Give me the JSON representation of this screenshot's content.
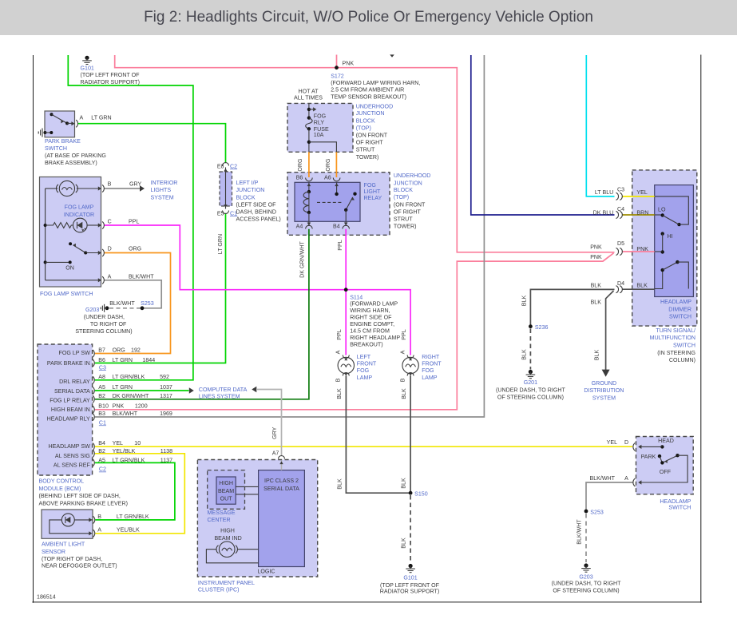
{
  "title": "Fig 2: Headlights Circuit, W/O Police Or Emergency Vehicle Option",
  "footer_id": "186514",
  "colors": {
    "titlebar": "#d1d1d1",
    "title-ink": "#46464f",
    "ink": "#3a3a3a",
    "blue": "#5068c8",
    "box-fill": "#ccccf4",
    "box-fill-mid": "#b9b9f1",
    "box-fill-dark": "#a2a2ec",
    "box-border": "#5a5a5a",
    "inner-border": "#44446a",
    "dash-border": "#4a4a4a",
    "lt-grn": "#00d400",
    "dk-grn": "#0e7c0e",
    "org": "#f8961e",
    "pnk": "#fb7e9c",
    "ppl": "#fa28fa",
    "yel": "#f2e600",
    "brn": "#9e8b00",
    "dk-blu": "#1f1f8f",
    "lt-blu": "#00e0ee",
    "gry": "#b2b2b2",
    "blk": "#4f4f4f",
    "blk-wht": "#8f8f8f",
    "border": "#1a1a1a"
  },
  "strs": {
    "blk": "BLK",
    "blk_wht": "BLK/WHT",
    "ppl": "PPL",
    "org": "ORG",
    "pnk": "PNK",
    "gry": "GRY",
    "lt_grn": "LT GRN",
    "a": "A",
    "b": "B",
    "yel": "YEL"
  },
  "g101t": {
    "name": "G101",
    "loc": [
      "(TOP LEFT FRONT OF",
      "RADIATOR SUPPORT)"
    ]
  },
  "s172": {
    "name": "S172",
    "loc": [
      "(FORWARD LAMP WIRING HARN,",
      "2.5 CM FROM AMBIENT AIR",
      "TEMP SENSOR BREAKOUT)"
    ]
  },
  "pbs": {
    "pin_a": "A",
    "wire": "LT GRN",
    "name": [
      "PARK BRAKE",
      "SWITCH"
    ],
    "loc": [
      "(AT BASE OF PARKING",
      "BRAKE ASSEMBLY)"
    ]
  },
  "fls": {
    "ind": [
      "FOG LAMP",
      "INDICATOR"
    ],
    "on": "ON",
    "name": "FOG LAMP SWITCH",
    "pin_b": "B",
    "wire_b": "GRY",
    "pin_c": "C",
    "wire_c": "PPL",
    "pin_d": "D",
    "wire_d": "ORG",
    "pin_a": "A",
    "wire_a": "BLK/WHT"
  },
  "ils": [
    "INTERIOR",
    "LIGHTS",
    "SYSTEM"
  ],
  "g203a": {
    "wire": "BLK/WHT",
    "splice": "S253",
    "name": "G203",
    "loc": [
      "(UNDER DASH,",
      "TO RIGHT OF",
      "STEERING COLUMN)"
    ]
  },
  "jb": {
    "top_pin": "E8",
    "top_conn": "C2",
    "bot_pin": "E5",
    "bot_conn": "C1",
    "wire": "LT GRN",
    "text": [
      "LEFT I/P",
      "JUNCTION",
      "BLOCK",
      "(LEFT SIDE OF",
      "DASH, BEHIND",
      "ACCESS PANEL)"
    ]
  },
  "fb": {
    "hot": [
      "HOT AT",
      "ALL TIMES"
    ],
    "fuse": [
      "FOG",
      "RLY",
      "FUSE",
      "10A"
    ],
    "block": [
      "UNDERHOOD",
      "JUNCTION",
      "BLOCK",
      "(TOP)",
      "(ON FRONT",
      "OF RIGHT",
      "STRUT",
      "TOWER)"
    ]
  },
  "rly": {
    "pin_b6": "B6",
    "pin_a6": "A6",
    "pin_a4": "A4",
    "pin_b4": "B4",
    "name": [
      "FOG",
      "LIGHT",
      "RELAY"
    ],
    "block": [
      "UNDERHOOD",
      "JUNCTION",
      "BLOCK",
      "(TOP)",
      "(ON FRONT",
      "OF RIGHT",
      "STRUT",
      "TOWER)"
    ],
    "wire_a4": "DK GRN/WHT"
  },
  "s114": {
    "name": "S114",
    "loc": [
      "(FORWARD LAMP",
      "WIRING HARN,",
      "RIGHT SIDE OF",
      "ENGINE COMPT,",
      "14.5 CM FROM",
      "RIGHT HEADLAMP",
      "BREAKOUT)"
    ]
  },
  "lfl": [
    "LEFT",
    "FRONT",
    "FOG",
    "LAMP"
  ],
  "rfl": [
    "RIGHT",
    "FRONT",
    "FOG",
    "LAMP"
  ],
  "s150": {
    "name": "S150"
  },
  "g101b": {
    "name": "G101",
    "loc": [
      "(TOP LEFT FRONT OF",
      "RADIATOR SUPPORT)"
    ]
  },
  "bcm": {
    "pin_names": [
      "FOG LP SW",
      "PARK BRAKE IN",
      "DRL RELAY",
      "SERIAL DATA",
      "FOG LP RELAY",
      "HIGH BEAM IN",
      "HEADLAMP RLY",
      "HEADLAMP SW",
      "AL SENS SIG",
      "AL SENS REF"
    ],
    "rows": [
      {
        "id": "B7",
        "color": "ORG",
        "circuit": "192"
      },
      {
        "id": "B6",
        "color": "LT GRN",
        "circuit": "1844"
      },
      {
        "id": "A8",
        "color": "LT GRN/BLK",
        "circuit": "592"
      },
      {
        "id": "A5",
        "color": "LT GRN",
        "circuit": "1037"
      },
      {
        "id": "B2",
        "color": "DK GRN/WHT",
        "circuit": "1317"
      },
      {
        "id": "B10",
        "color": "PNK",
        "circuit": "1200"
      },
      {
        "id": "B3",
        "color": "BLK/WHT",
        "circuit": "1969"
      },
      {
        "id": "B4",
        "color": "YEL",
        "circuit": "10"
      },
      {
        "id": "B2",
        "color": "YEL/BLK",
        "circuit": "1138"
      },
      {
        "id": "A5",
        "color": "LT GRN/BLK",
        "circuit": "1137"
      }
    ],
    "conns": [
      "C3",
      "C1",
      "C2"
    ],
    "name": [
      "BODY CONTROL",
      "MODULE (BCM)",
      "(BEHIND LEFT SIDE OF DASH,",
      "ABOVE PARKING BRAKE LEVER)"
    ]
  },
  "cdl": [
    "COMPUTER DATA",
    "LINES SYSTEM"
  ],
  "als": {
    "pin_b": "B",
    "wire_b": "LT GRN/BLK",
    "pin_a": "A",
    "wire_a": "YEL/BLK",
    "name": [
      "AMBIENT LIGHT",
      "SENSOR",
      "(TOP RIGHT OF DASH,",
      "NEAR DEFOGGER OUTLET)"
    ]
  },
  "ipc": {
    "a7": "A7",
    "hbo": [
      "HIGH",
      "BEAM",
      "OUT"
    ],
    "mc": [
      "MESSAGE",
      "CENTER"
    ],
    "class2": [
      "IPC CLASS 2",
      "SERIAL DATA"
    ],
    "hbi": [
      "HIGH",
      "BEAM IND"
    ],
    "logic": "LOGIC",
    "name": [
      "INSTRUMENT PANEL",
      "CLUSTER (IPC)"
    ]
  },
  "s236": {
    "name": "S236"
  },
  "g201": {
    "name": "G201",
    "loc": [
      "(UNDER DASH, TO RIGHT",
      "OF STEERING COLUMN)"
    ]
  },
  "gds": [
    "GROUND",
    "DISTRIBUTION",
    "SYSTEM"
  ],
  "dim": {
    "c3": {
      "left": "LT BLU",
      "pin": "C3",
      "right": "YEL"
    },
    "c4": {
      "left": "DK BLU",
      "pin": "C4",
      "right": "BRN"
    },
    "d5": {
      "left": "PNK",
      "left2": "PNK",
      "pin": "D5",
      "right": "PNK"
    },
    "d4": {
      "left": "BLK",
      "left2": "BLK",
      "pin": "D4",
      "right": "BLK"
    },
    "lo": "LO",
    "hi": "HI",
    "name": [
      "HEADLAMP",
      "DIMMER",
      "SWITCH"
    ],
    "sub": [
      "TURN SIGNAL/",
      "MULTIFUNCTION",
      "SWITCH"
    ],
    "sub2": [
      "(IN STEERING",
      "COLUMN)"
    ]
  },
  "hls": {
    "head": "HEAD",
    "park": "PARK",
    "off": "OFF",
    "pin_d": "D",
    "wire_d": "YEL",
    "pin_a": "A",
    "wire_a": "BLK/WHT",
    "name": [
      "HEADLAMP",
      "SWITCH"
    ]
  },
  "s253b": {
    "name": "S253",
    "wire": "BLK/WHT"
  },
  "g203b": {
    "name": "G203",
    "loc": [
      "(UNDER DASH, TO RIGHT",
      "OF STEERING COLUMN)"
    ]
  }
}
